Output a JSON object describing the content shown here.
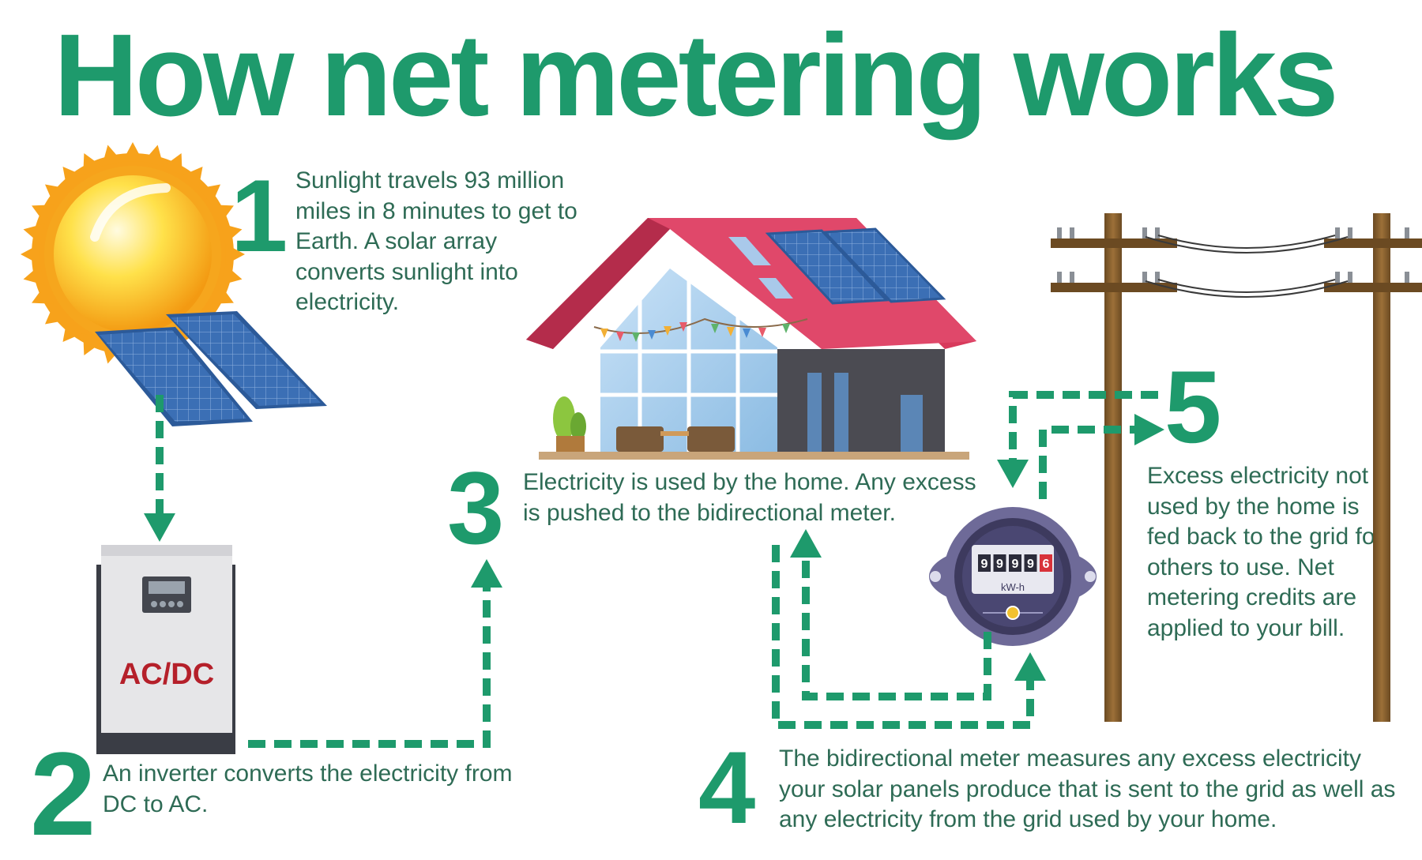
{
  "title": "How net metering works",
  "steps": [
    {
      "number": "1",
      "text": "Sunlight travels 93 million miles in 8 minutes to get to Earth. A solar array converts sunlight into electricity."
    },
    {
      "number": "2",
      "text": "An inverter converts the electricity from DC to AC."
    },
    {
      "number": "3",
      "text": "Electricity is used by the home. Any excess is pushed to the bidirectional meter."
    },
    {
      "number": "4",
      "text": "The bidirectional meter measures any excess electricity your solar panels produce that is sent to the grid as well as any electricity from the grid used by your home."
    },
    {
      "number": "5",
      "text": "Excess electricity not used by the home is fed back to the grid for others to use. Net metering credits are applied to your bill."
    }
  ],
  "inverter": {
    "label": "AC/DC"
  },
  "meter": {
    "digits": [
      "9",
      "9",
      "9",
      "9",
      "6"
    ],
    "unit": "kW-h"
  },
  "colors": {
    "accent": "#1e9a6c",
    "text": "#2e6b55",
    "roof": "#d83a5c",
    "inverter_label": "#b5202a"
  },
  "icons": [
    "sun-icon",
    "solar-panel-icon",
    "inverter-icon",
    "house-icon",
    "meter-icon",
    "utility-pole-icon",
    "arrow-icon"
  ]
}
